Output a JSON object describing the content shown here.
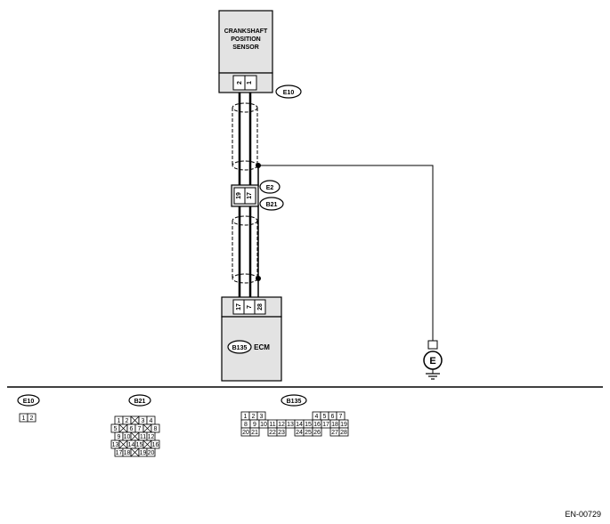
{
  "sensor": {
    "line1": "CRANKSHAFT",
    "line2": "POSITION",
    "line3": "SENSOR",
    "pin_a": "2",
    "pin_b": "1"
  },
  "labels": {
    "e10": "E10",
    "e2": "E2",
    "b21": "B21",
    "b135": "B135",
    "ecm": "ECM",
    "ground": "E"
  },
  "pins": {
    "e2_a": "19",
    "e2_b": "17",
    "ecm_a": "17",
    "ecm_b": "7",
    "ecm_c": "28"
  },
  "connectors": {
    "e10": {
      "label": "E10",
      "cells": [
        "1",
        "2"
      ]
    },
    "b21": {
      "label": "B21",
      "rows": [
        [
          "1",
          "2",
          "",
          "3",
          "4"
        ],
        [
          "5",
          "",
          "6",
          "7",
          "",
          "8"
        ],
        [
          "9",
          "10",
          "",
          "11",
          "12"
        ],
        [
          "13",
          "",
          "14",
          "15",
          "",
          "16"
        ],
        [
          "17",
          "18",
          "",
          "19",
          "20"
        ]
      ]
    },
    "b135": {
      "label": "B135",
      "row1": [
        "1",
        "2",
        "3",
        "4",
        "5",
        "6",
        "7"
      ],
      "row2": [
        "8",
        "9",
        "10",
        "11",
        "12",
        "13",
        "14",
        "15",
        "16",
        "17",
        "18",
        "19"
      ],
      "row3": [
        "20",
        "21",
        "22",
        "23",
        "24",
        "25",
        "26",
        "27",
        "28"
      ]
    }
  },
  "footer": {
    "code": "EN-00729"
  }
}
